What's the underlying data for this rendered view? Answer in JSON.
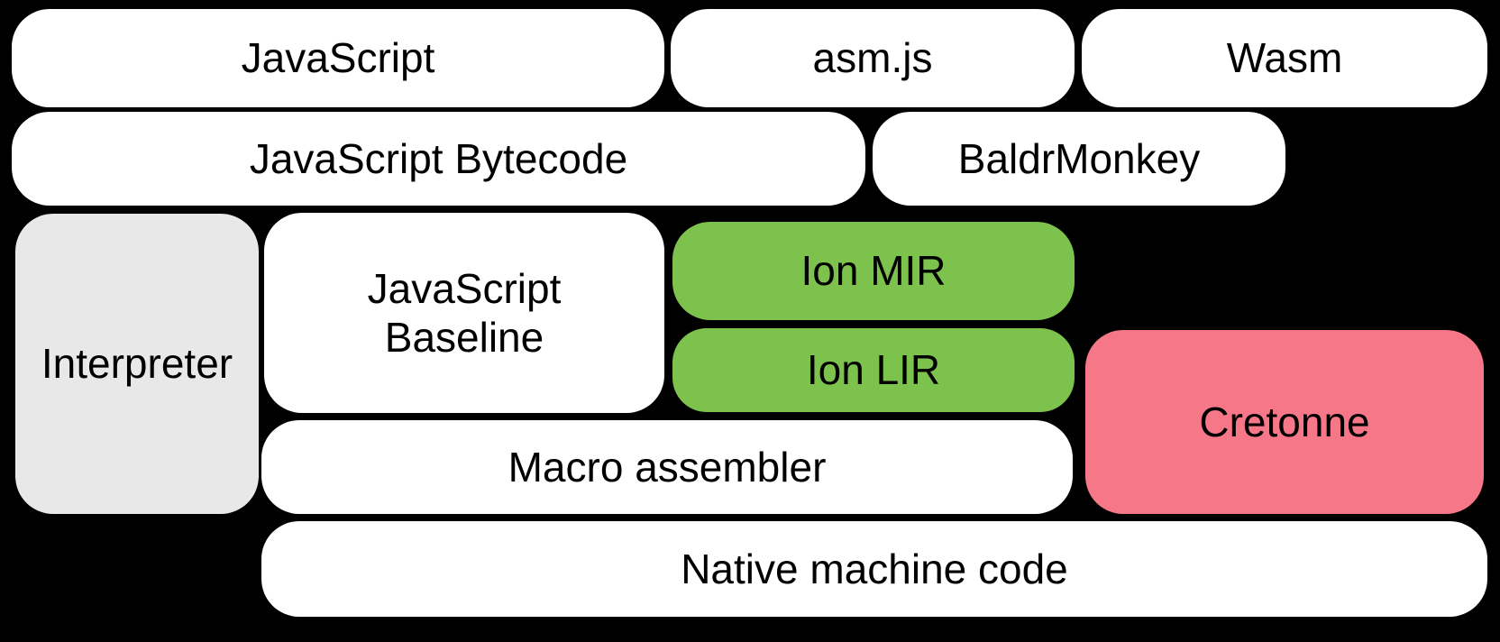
{
  "diagram": {
    "description": "SpiderMonkey JavaScript engine compiler pipeline diagram",
    "boxes": {
      "javascript": {
        "label": "JavaScript",
        "color_role": "white"
      },
      "asmjs": {
        "label": "asm.js",
        "color_role": "white"
      },
      "wasm": {
        "label": "Wasm",
        "color_role": "white"
      },
      "bytecode": {
        "label": "JavaScript Bytecode",
        "color_role": "white"
      },
      "baldrmonkey": {
        "label": "BaldrMonkey",
        "color_role": "white"
      },
      "interpreter": {
        "label": "Interpreter",
        "color_role": "gray"
      },
      "baseline": {
        "label": "JavaScript\nBaseline",
        "color_role": "white"
      },
      "ion_mir": {
        "label": "Ion MIR",
        "color_role": "green"
      },
      "ion_lir": {
        "label": "Ion LIR",
        "color_role": "green"
      },
      "cretonne": {
        "label": "Cretonne",
        "color_role": "pink"
      },
      "macro_assembler": {
        "label": "Macro assembler",
        "color_role": "white"
      },
      "native_code": {
        "label": "Native machine code",
        "color_role": "white"
      }
    },
    "colors": {
      "background": "#000000",
      "white": "#ffffff",
      "gray": "#e8e8e8",
      "green": "#7cc24c",
      "pink": "#f67787",
      "text": "#000000"
    }
  }
}
